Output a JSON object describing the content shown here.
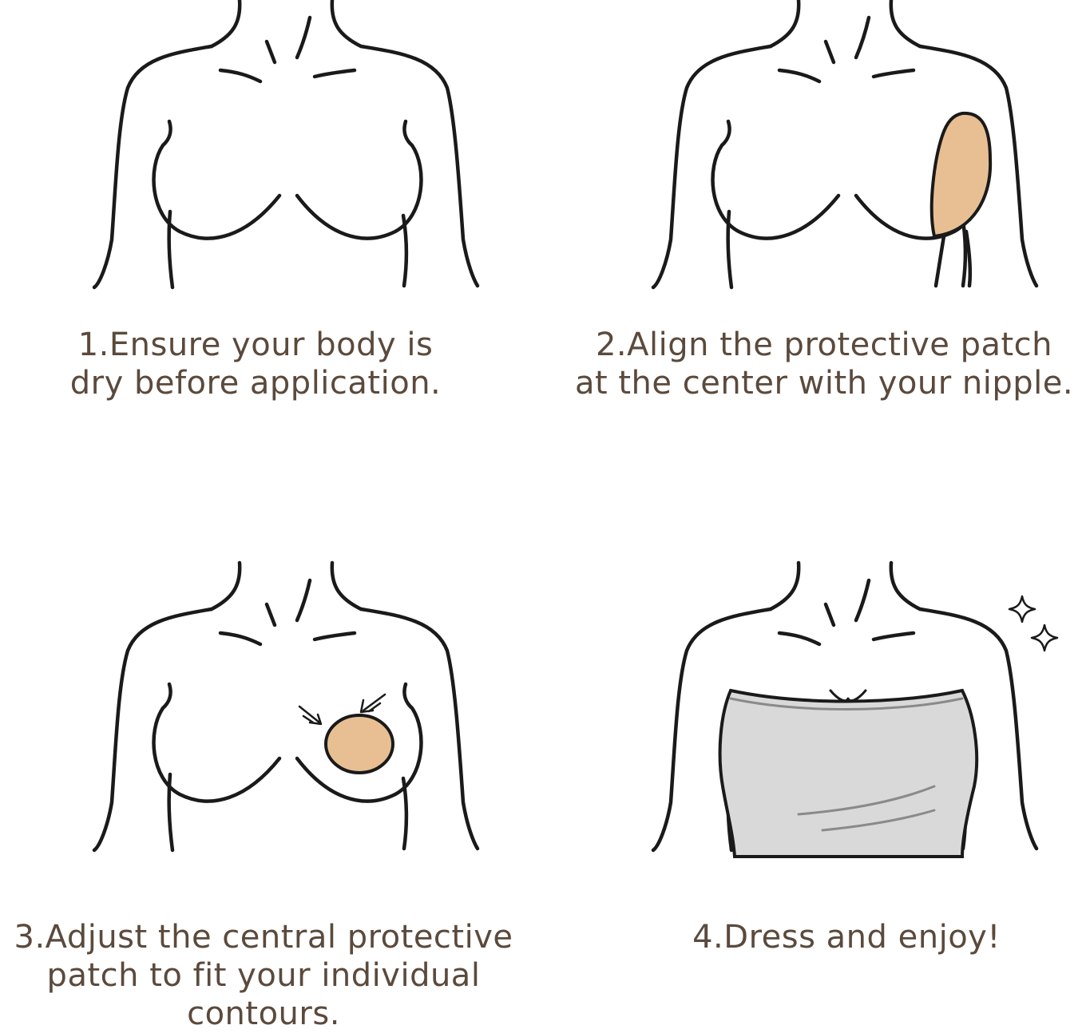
{
  "colors": {
    "caption_text": "#5b4a3c",
    "outline": "#1a1a1a",
    "patch_fill": "#e8bf92",
    "garment_fill": "#d9d9d9"
  },
  "steps": [
    {
      "icon": "torso-bare-icon",
      "caption": [
        "1.Ensure your body is",
        "dry before application."
      ]
    },
    {
      "icon": "torso-side-patch-icon",
      "caption": [
        "2.Align the protective patch",
        "at the center with your nipple."
      ]
    },
    {
      "icon": "torso-round-patch-icon",
      "caption": [
        "3.Adjust the central protective",
        "patch to fit your individual",
        "contours."
      ]
    },
    {
      "icon": "torso-dressed-icon",
      "caption": [
        "4.Dress and enjoy!"
      ]
    }
  ]
}
